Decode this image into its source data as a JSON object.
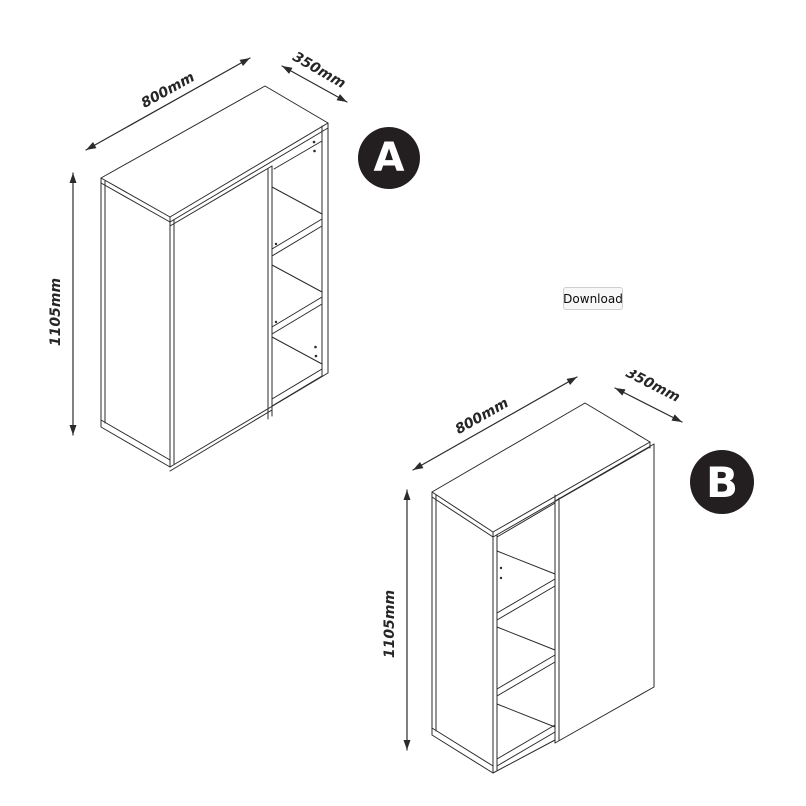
{
  "page": {
    "background": "#ffffff"
  },
  "download_button": {
    "label": "Download"
  },
  "diagram_a": {
    "badge": "A",
    "width_label": "800mm",
    "depth_label": "350mm",
    "height_label": "1105mm",
    "description": "isometric cabinet, sliding door left, open shelves right, 3 compartments"
  },
  "diagram_b": {
    "badge": "B",
    "width_label": "800mm",
    "depth_label": "350mm",
    "height_label": "1105mm",
    "description": "isometric cabinet, sliding door right, open shelves left, 3 compartments"
  },
  "colors": {
    "line": "#2b2b2b",
    "badge_bg": "#231f20",
    "badge_text": "#ffffff",
    "button_bg": "#f7f7f7",
    "button_border": "#cfcfcf",
    "button_text": "#0a0a0a"
  }
}
